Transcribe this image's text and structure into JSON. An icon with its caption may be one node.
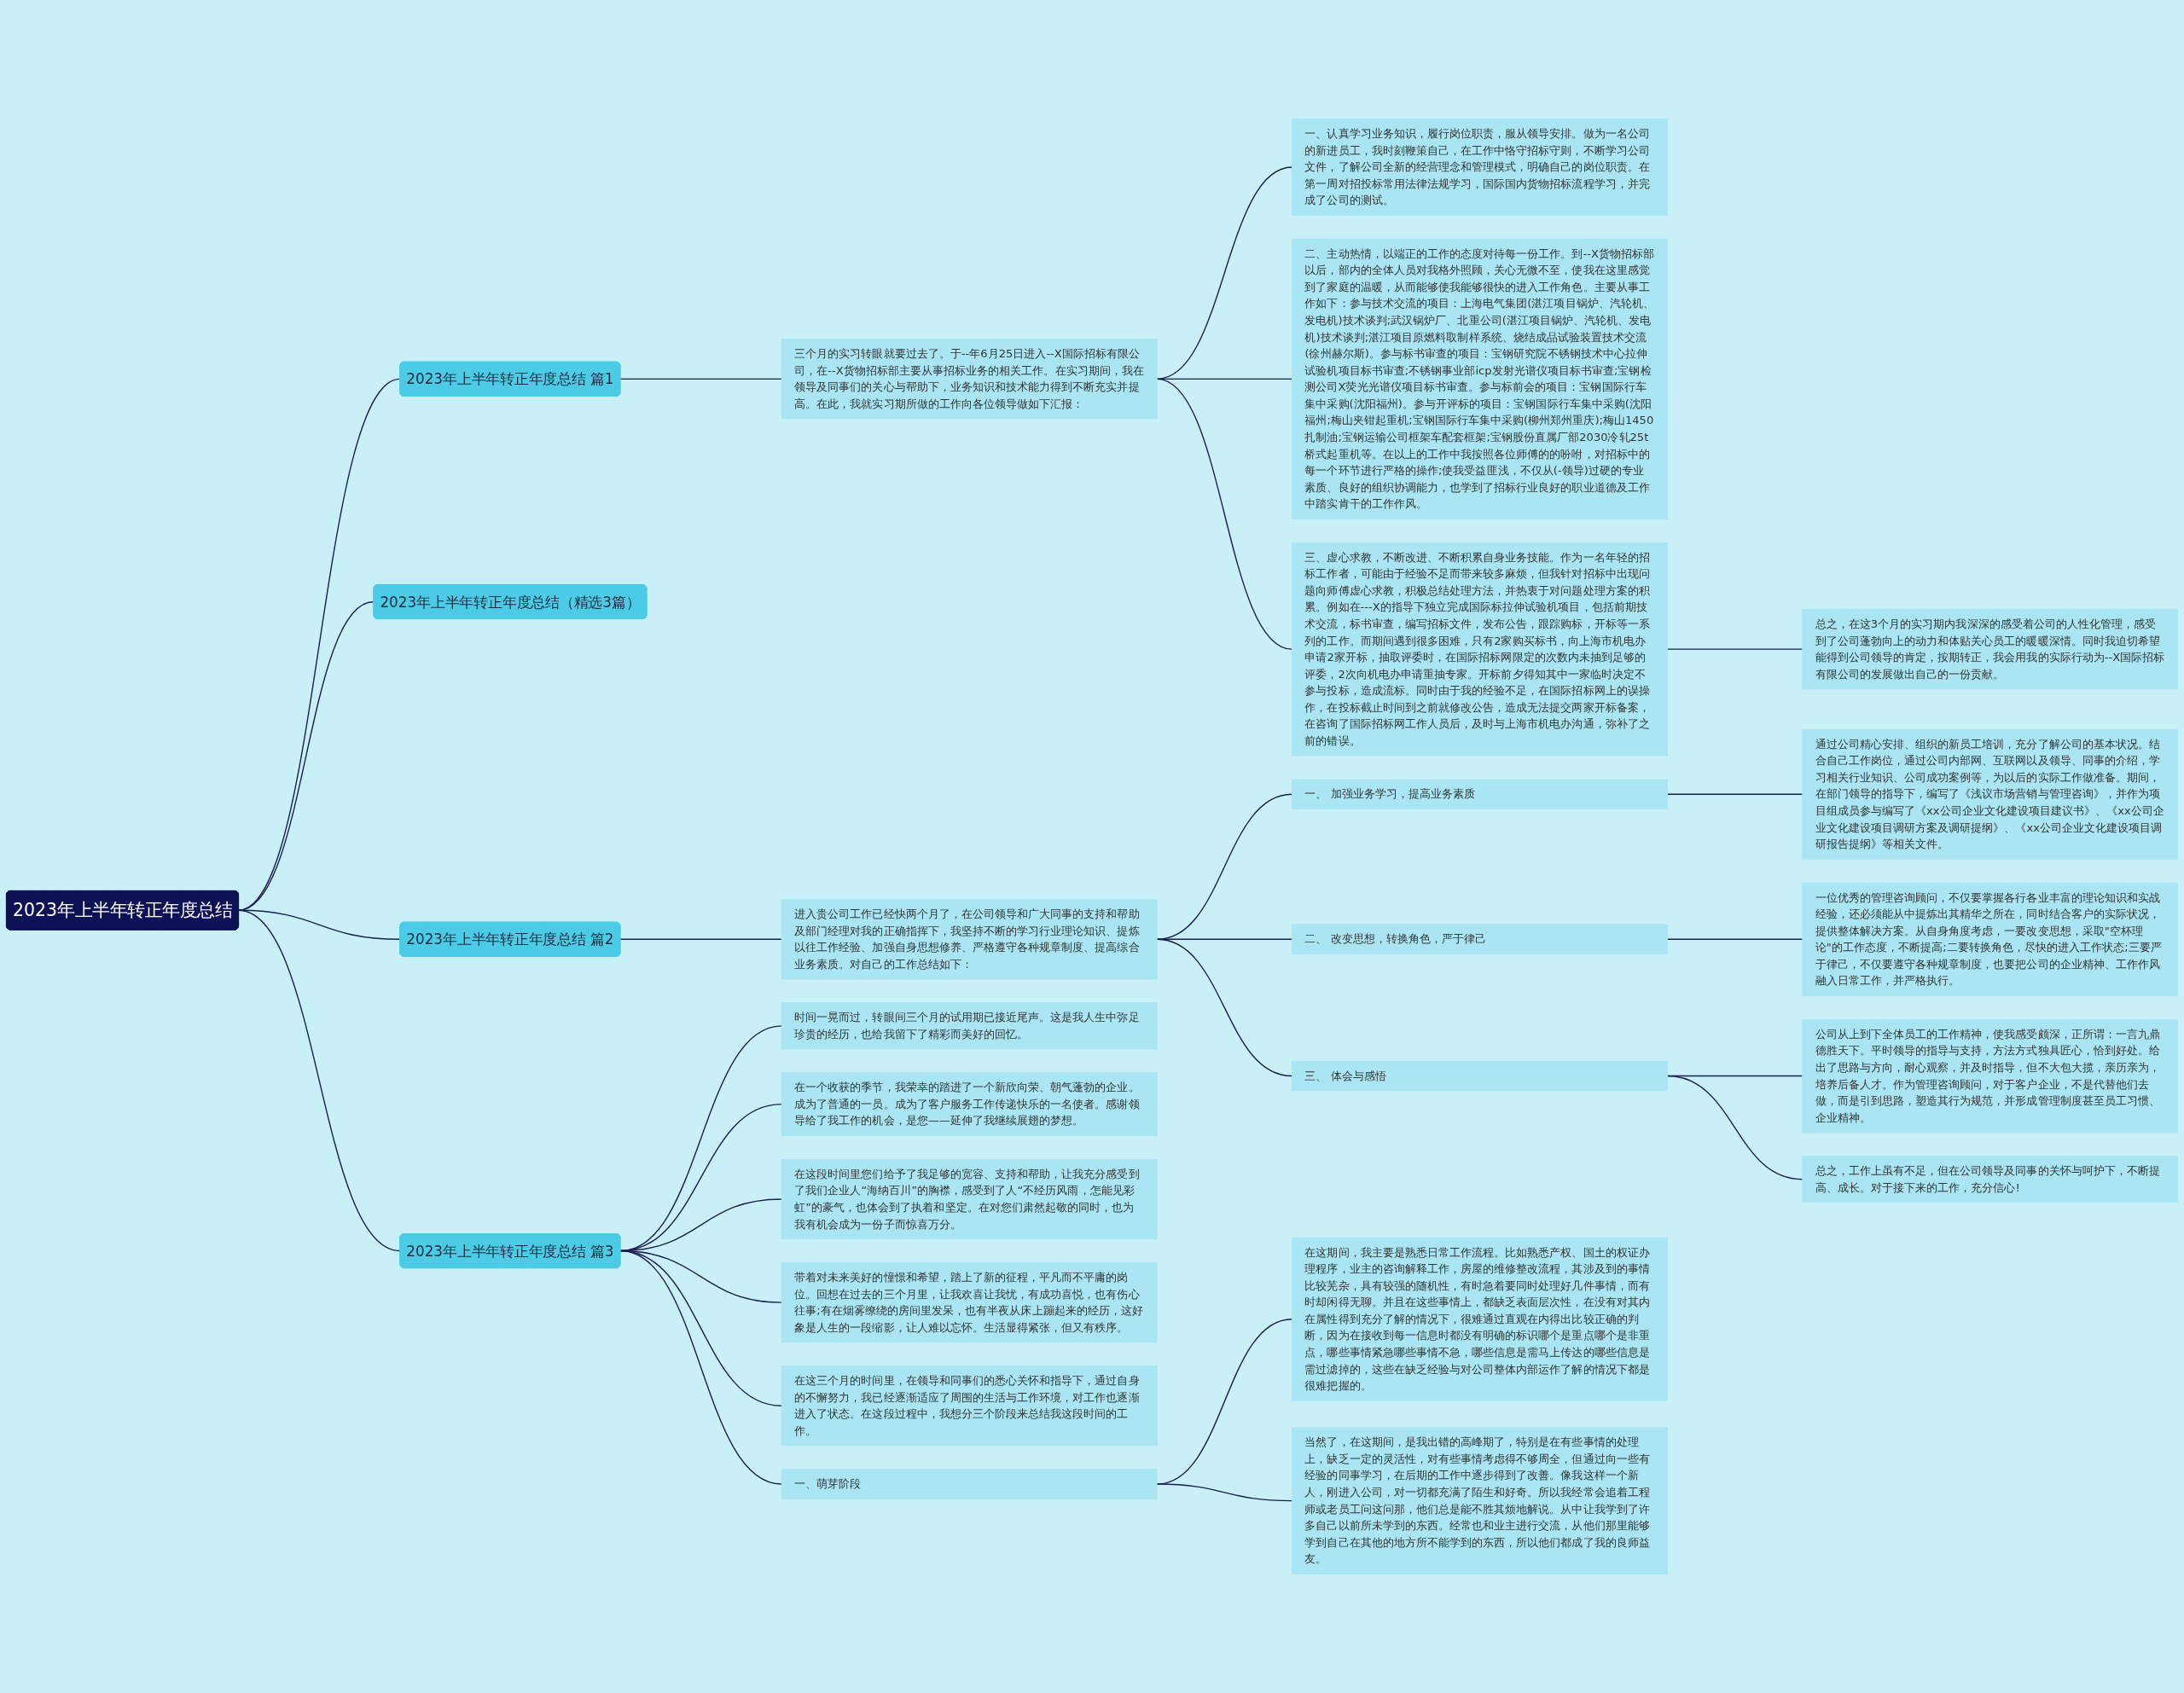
{
  "diagram": {
    "nodes": [
      {
        "text": [
          "2023年上半年转正年度总结"
        ]
      },
      {
        "text": [
          "2023年上半年转正年度总结 篇1"
        ]
      },
      {
        "text": [
          "三个月的实习转眼就要过去了。于--年6月25日进入--X国际招标有限公司，在--X货物招标部主要从事招标业务的相关工作。在实习期间，我在领导及同事们的关心与帮助下，业务知识和技术能力得到不断充实并提高。在此，我就实习期所做的工作向各位领导做如下汇报："
        ]
      },
      {
        "text": [
          "一、认真学习业务知识，履行岗位职责，服从领导安排。做为一名公司的新进员工，我时刻鞭策自己，在工作中恪守招标守则，不断学习公司文件，了解公司全新的经营理念和管理模式，明确自己的岗位职责。在第一周对招投标常用法律法规学习，国际国内货物招标流程学习，并完成了公司的测试。"
        ]
      },
      {
        "text": [
          "二、主动热情，以端正的工作的态度对待每一份工作。到--X货物招标部以后，部内的全体人员对我格外照顾，关心无微不至，使我在这里感觉到了家庭的温暖，从而能够使我能够很快的进入工作角色。主要从事工作如下：参与技术交流的项目：上海电气集团(湛江项目锅炉、汽轮机、发电机)技术谈判;武汉锅炉厂、北重公司(湛江项目锅炉、汽轮机、发电机)技术谈判;湛江项目原燃料取制样系统、烧结成品试验装置技术交流(徐州赫尔斯)。参与标书审查的项目：宝钢研究院不锈钢技术中心拉伸试验机项目标书审查;不锈钢事业部icp发射光谱仪项目标书审查;宝钢检测公司X荧光光谱仪项目标书审查。参与标前会的项目：宝钢国际行车集中采购(沈阳福州)。参与开评标的项目：宝钢国际行车集中采购(沈阳福州;梅山夹钳起重机;宝钢国际行车集中采购(柳州郑州重庆);梅山1450扎制油;宝钢运输公司框架车配套框架;宝钢股份直属厂部2030冷轧25t桥式起重机等。在以上的工作中我按照各位师傅的的吩咐，对招标中的每一个环节进行严格的操作;使我受益匪浅，不仅从(-领导)过硬的专业素质、良好的组织协调能力，也学到了招标行业良好的职业道德及工作中踏实肯干的工作作风。"
        ]
      },
      {
        "text": [
          "三、虚心求教，不断改进、不断积累自身业务技能。作为一名年轻的招标工作者，可能由于经验不足而带来较多麻烦，但我针对招标中出现问题向师傅虚心求教，积极总结处理方法，并热衷于对问题处理方案的积累。例如在---X的指导下独立完成国际标拉伸试验机项目，包括前期技术交流，标书审查，编写招标文件，发布公告，跟踪购标，开标等一系列的工作。而期间遇到很多困难，只有2家购买标书，向上海市机电办申请2家开标，抽取评委时，在国际招标网限定的次数内未抽到足够的评委，2次向机电办申请重抽专家。开标前夕得知其中一家临时决定不参与投标，造成流标。同时由于我的经验不足，在国际招标网上的误操作，在投标截止时间到之前就修改公告，造成无法提交两家开标备案，在咨询了国际招标网工作人员后，及时与上海市机电办沟通，弥补了之前的错误。"
        ]
      },
      {
        "text": [
          "总之，在这3个月的实习期内我深深的感受着公司的人性化管理，感受到了公司蓬勃向上的动力和体贴关心员工的暖暖深情。同时我迫切希望能得到公司领导的肯定，按期转正，我会用我的实际行动为--X国际招标有限公司的发展做出自己的一份贡献。"
        ]
      },
      {
        "text": [
          "2023年上半年转正年度总结（精选3篇）"
        ]
      },
      {
        "text": [
          "2023年上半年转正年度总结 篇2"
        ]
      },
      {
        "text": [
          "进入贵公司工作已经快两个月了，在公司领导和广大同事的支持和帮助及部门经理对我的正确指挥下，我坚持不断的学习行业理论知识、提炼以往工作经验、加强自身思想修养、严格遵守各种规章制度、提高综合业务素质。对自己的工作总结如下："
        ]
      },
      {
        "text": [
          "一、 加强业务学习，提高业务素质"
        ]
      },
      {
        "text": [
          "通过公司精心安排、组织的新员工培训，充分了解公司的基本状况。结合自己工作岗位，通过公司内部网、互联网以及领导、同事的介绍，学习相关行业知识、公司成功案例等，为以后的实际工作做准备。期间，在部门领导的指导下，编写了《浅议市场营销与管理咨询》，并作为项目组成员参与编写了《xx公司企业文化建设项目建议书》、《xx公司企业文化建设项目调研方案及调研提纲》、《xx公司企业文化建设项目调研报告提纲》等相关文件。"
        ]
      },
      {
        "text": [
          "二、 改变思想，转换角色，严于律己"
        ]
      },
      {
        "text": [
          "一位优秀的管理咨询顾问，不仅要掌握各行各业丰富的理论知识和实战经验，还必须能从中提炼出其精华之所在，同时结合客户的实际状况，提供整体解决方案。从自身角度考虑，一要改变思想，采取\"空杯理论\"的工作态度，不断提高;二要转换角色，尽快的进入工作状态;三要严于律己，不仅要遵守各种规章制度，也要把公司的企业精神、工作作风融入日常工作，并严格执行。"
        ]
      },
      {
        "text": [
          "三、 体会与感悟"
        ]
      },
      {
        "text": [
          "公司从上到下全体员工的工作精神，使我感受颇深，正所谓：一言九鼎德胜天下。平时领导的指导与支持，方法方式独具匠心，恰到好处。给出了思路与方向，耐心观察，并及时指导，但不大包大揽，亲历亲为，培养后备人才。作为管理咨询顾问，对于客户企业，不是代替他们去做，而是引到思路，塑造其行为规范，并形成管理制度甚至员工习惯、企业精神。"
        ]
      },
      {
        "text": [
          "总之，工作上虽有不足，但在公司领导及同事的关怀与呵护下，不断提高、成长。对于接下来的工作，充分信心!"
        ]
      },
      {
        "text": [
          "2023年上半年转正年度总结 篇3"
        ]
      },
      {
        "text": [
          "时间一晃而过，转眼间三个月的试用期已接近尾声。这是我人生中弥足珍贵的经历，也给我留下了精彩而美好的回忆。"
        ]
      },
      {
        "text": [
          "在一个收获的季节，我荣幸的踏进了一个新欣向荣、朝气蓬勃的企业。成为了普通的一员。成为了客户服务工作传递快乐的一名使者。感谢领导给了我工作的机会，是您——延伸了我继续展翅的梦想。"
        ]
      },
      {
        "text": [
          "在这段时间里您们给予了我足够的宽容、支持和帮助，让我充分感受到了我们企业人“海纳百川”的胸襟，感受到了人“不经历风雨，怎能见彩虹”的豪气，也体会到了执着和坚定。在对您们肃然起敬的同时，也为我有机会成为一份子而惊喜万分。"
        ]
      },
      {
        "text": [
          "带着对未来美好的憧憬和希望，踏上了新的征程，平凡而不平庸的岗位。回想在过去的三个月里，让我欢喜让我忧，有成功喜悦，也有伤心往事;有在烟雾缭绕的房间里发呆，也有半夜从床上蹦起来的经历，这好象是人生的一段缩影，让人难以忘怀。生活显得紧张，但又有秩序。"
        ]
      },
      {
        "text": [
          "在这三个月的时间里，在领导和同事们的悉心关怀和指导下，通过自身的不懈努力，我已经逐渐适应了周围的生活与工作环境，对工作也逐渐进入了状态。在这段过程中，我想分三个阶段来总结我这段时间的工作。"
        ]
      },
      {
        "text": [
          "一、萌芽阶段"
        ]
      },
      {
        "text": [
          "在这期间，我主要是熟悉日常工作流程。比如熟悉产权、国土的权证办理程序，业主的咨询解释工作，房屋的维修整改流程，其涉及到的事情比较芜杂，具有较强的随机性，有时急着要同时处理好几件事情，而有时却闲得无聊。并且在这些事情上，都缺乏表面层次性，在没有对其内在属性得到充分了解的情况下，很难通过直观在内得出比较正确的判断，因为在接收到每一信息时都没有明确的标识哪个是重点哪个是非重点，哪些事情紧急哪些事情不急，哪些信息是需马上传达的哪些信息是需过滤掉的，这些在缺乏经验与对公司整体内部运作了解的情况下都是很难把握的。"
        ]
      },
      {
        "text": [
          "当然了，在这期间，是我出错的高峰期了，特别是在有些事情的处理上，缺乏一定的灵活性，对有些事情考虑得不够周全，但通过向一些有经验的同事学习，在后期的工作中逐步得到了改善。像我这样一个新人，刚进入公司，对一切都充满了陌生和好奇。所以我经常会追着工程师或老员工问这问那，他们总是能不胜其烦地解说。从中让我学到了许多自己以前所未学到的东西。经常也和业主进行交流，从他们那里能够学到自己在其他的地方所不能学到的东西，所以他们都成了我的良师益友。"
        ]
      }
    ],
    "edges": [
      {
        "from": 0,
        "to": 1,
        "arrow": "none"
      },
      {
        "from": 1,
        "to": 2,
        "arrow": "none"
      },
      {
        "from": 2,
        "to": 3,
        "arrow": "none"
      },
      {
        "from": 2,
        "to": 4,
        "arrow": "none"
      },
      {
        "from": 2,
        "to": 5,
        "arrow": "none"
      },
      {
        "from": 5,
        "to": 6,
        "arrow": "none"
      },
      {
        "from": 0,
        "to": 7,
        "arrow": "none"
      },
      {
        "from": 0,
        "to": 8,
        "arrow": "none"
      },
      {
        "from": 8,
        "to": 9,
        "arrow": "none"
      },
      {
        "from": 9,
        "to": 10,
        "arrow": "none"
      },
      {
        "from": 10,
        "to": 11,
        "arrow": "none"
      },
      {
        "from": 9,
        "to": 12,
        "arrow": "none"
      },
      {
        "from": 12,
        "to": 13,
        "arrow": "none"
      },
      {
        "from": 9,
        "to": 14,
        "arrow": "none"
      },
      {
        "from": 14,
        "to": 15,
        "arrow": "none"
      },
      {
        "from": 14,
        "to": 16,
        "arrow": "none"
      },
      {
        "from": 0,
        "to": 17,
        "arrow": "none"
      },
      {
        "from": 17,
        "to": 18,
        "arrow": "none"
      },
      {
        "from": 17,
        "to": 19,
        "arrow": "none"
      },
      {
        "from": 17,
        "to": 20,
        "arrow": "none"
      },
      {
        "from": 17,
        "to": 21,
        "arrow": "none"
      },
      {
        "from": 17,
        "to": 22,
        "arrow": "none"
      },
      {
        "from": 17,
        "to": 23,
        "arrow": "none"
      },
      {
        "from": 23,
        "to": 24,
        "arrow": "none"
      },
      {
        "from": 23,
        "to": 25,
        "arrow": "none"
      }
    ]
  }
}
